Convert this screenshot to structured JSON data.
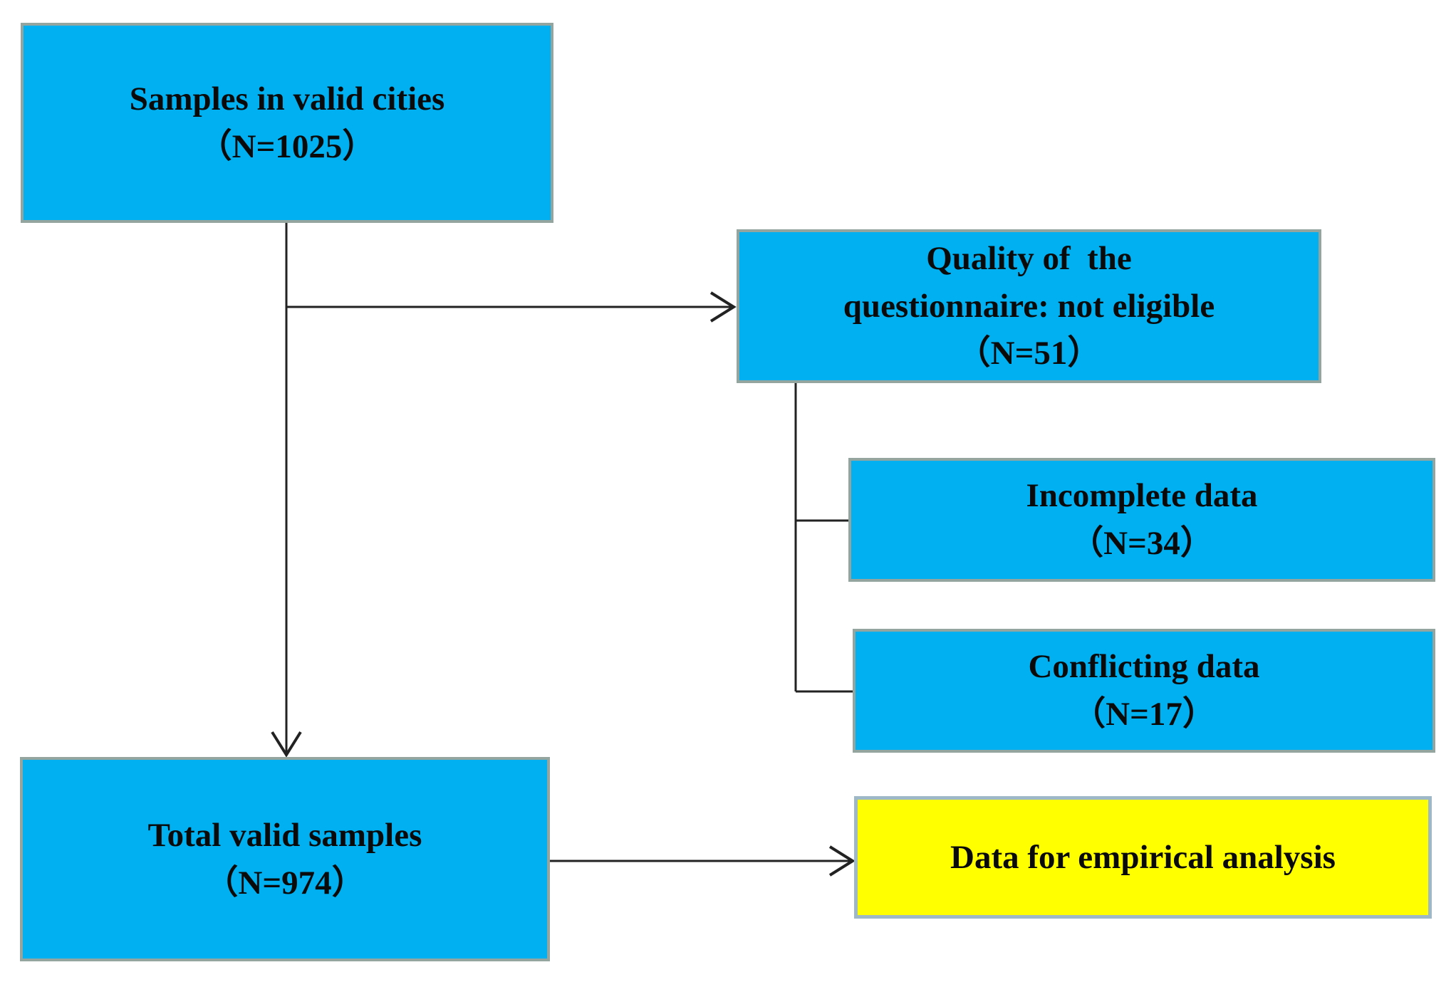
{
  "colors": {
    "node_fill": "#00B0F0",
    "highlight_fill": "#FFFF00",
    "node_border": "#94A49F",
    "highlight_border": "#9FB8C8",
    "connector": "#222222",
    "text": "#0A0A0A",
    "background": "#FFFFFF"
  },
  "nodes": {
    "samples": {
      "lines": [
        "Samples in valid cities",
        "（N=1025）"
      ],
      "n": 1025
    },
    "quality": {
      "lines": [
        "Quality of  the",
        "questionnaire: not eligible",
        "（N=51）"
      ],
      "n": 51
    },
    "incomplete": {
      "lines": [
        "Incomplete data",
        "（N=34）"
      ],
      "n": 34
    },
    "conflicting": {
      "lines": [
        "Conflicting data",
        "（N=17）"
      ],
      "n": 17
    },
    "total": {
      "lines": [
        "Total valid samples",
        "（N=974）"
      ],
      "n": 974
    },
    "empirical": {
      "lines": [
        "Data for empirical analysis"
      ]
    }
  }
}
